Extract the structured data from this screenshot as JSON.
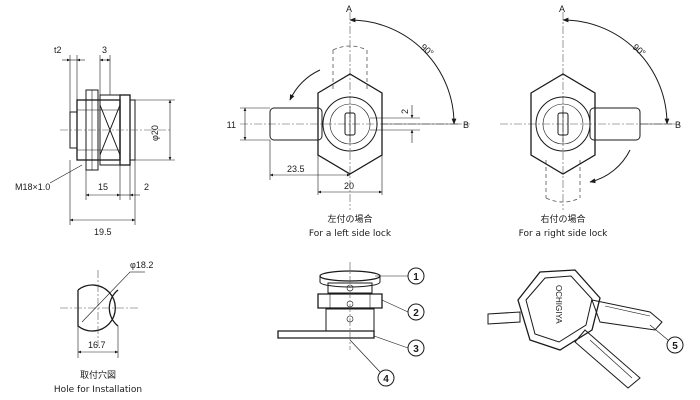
{
  "side_view": {
    "dims": {
      "t2": "t2",
      "three": "3",
      "phi20": "φ20",
      "fifteen": "15",
      "two": "2",
      "nineteen5": "19.5",
      "thread": "M18×1.0"
    }
  },
  "left_lock": {
    "label_a": "A",
    "label_b": "B",
    "angle": "90°",
    "dims": {
      "eleven": "11",
      "two": "2",
      "twenty3_5": "23.5",
      "twenty": "20"
    },
    "caption_jp": "左付の場合",
    "caption_en": "For a left side lock"
  },
  "right_lock": {
    "label_a": "A",
    "label_b": "B",
    "angle": "90°",
    "caption_jp": "右付の場合",
    "caption_en": "For a right side lock"
  },
  "hole": {
    "phi": "φ18.2",
    "width": "16.7",
    "caption_jp": "取付穴図",
    "caption_en": "Hole for Installation"
  },
  "parts": {
    "callouts": [
      "1",
      "2",
      "3",
      "4",
      "5"
    ],
    "key_text": "OCHIGIYA"
  }
}
